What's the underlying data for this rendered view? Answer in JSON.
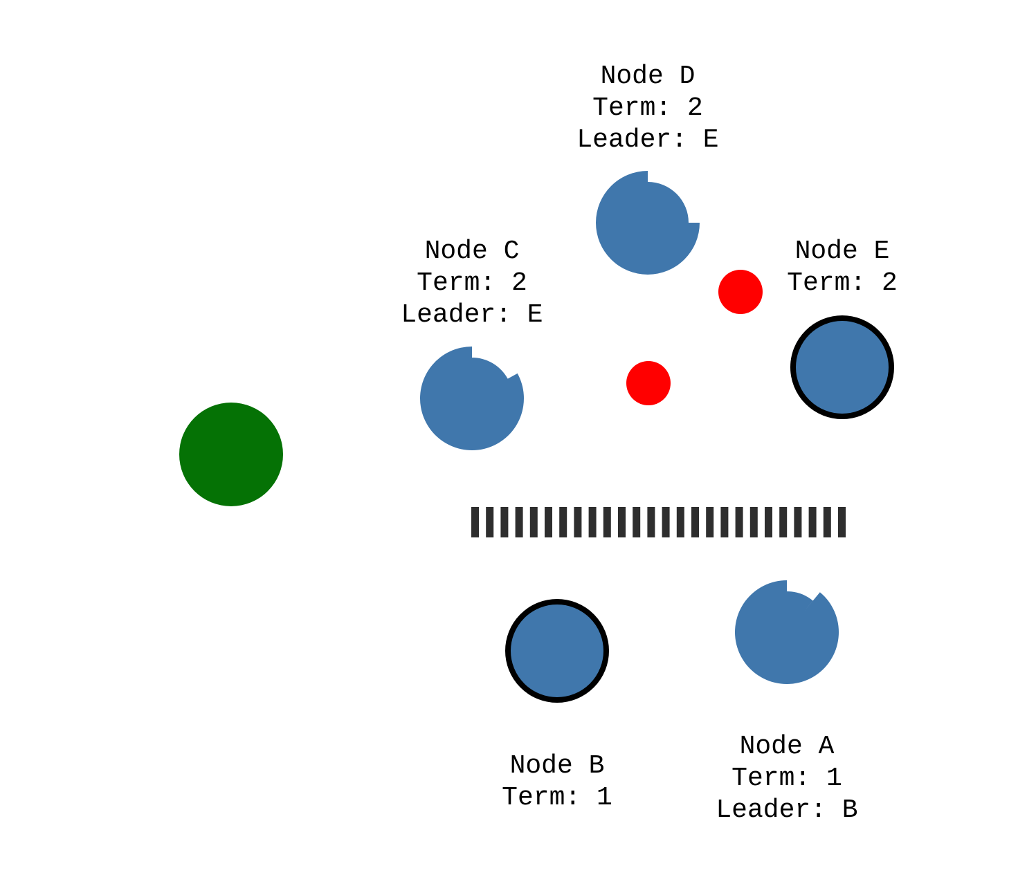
{
  "colors": {
    "node_fill": "#4077ac",
    "client_fill": "#057205",
    "message_fill": "#ff0000",
    "leader_stroke": "#000000",
    "partition_fill": "#2e2e2e"
  },
  "nodes": [
    {
      "id": "A",
      "lines": [
        "Node A",
        "Term: 1",
        "Leader: B"
      ],
      "is_leader": false,
      "timeout_elapsed": 0.11
    },
    {
      "id": "B",
      "lines": [
        "Node B",
        "Term: 1"
      ],
      "is_leader": true,
      "timeout_elapsed": 0
    },
    {
      "id": "C",
      "lines": [
        "Node C",
        "Term: 2",
        "Leader: E"
      ],
      "is_leader": false,
      "timeout_elapsed": 0.17
    },
    {
      "id": "D",
      "lines": [
        "Node D",
        "Term: 2",
        "Leader: E"
      ],
      "is_leader": false,
      "timeout_elapsed": 0.25
    },
    {
      "id": "E",
      "lines": [
        "Node E",
        "Term: 2"
      ],
      "is_leader": true,
      "timeout_elapsed": 0
    }
  ],
  "client": {
    "icon": "client-circle-icon"
  },
  "messages": [
    {
      "icon": "message-dot-icon"
    },
    {
      "icon": "message-dot-icon"
    }
  ],
  "partition": {
    "icon": "network-partition-icon"
  }
}
